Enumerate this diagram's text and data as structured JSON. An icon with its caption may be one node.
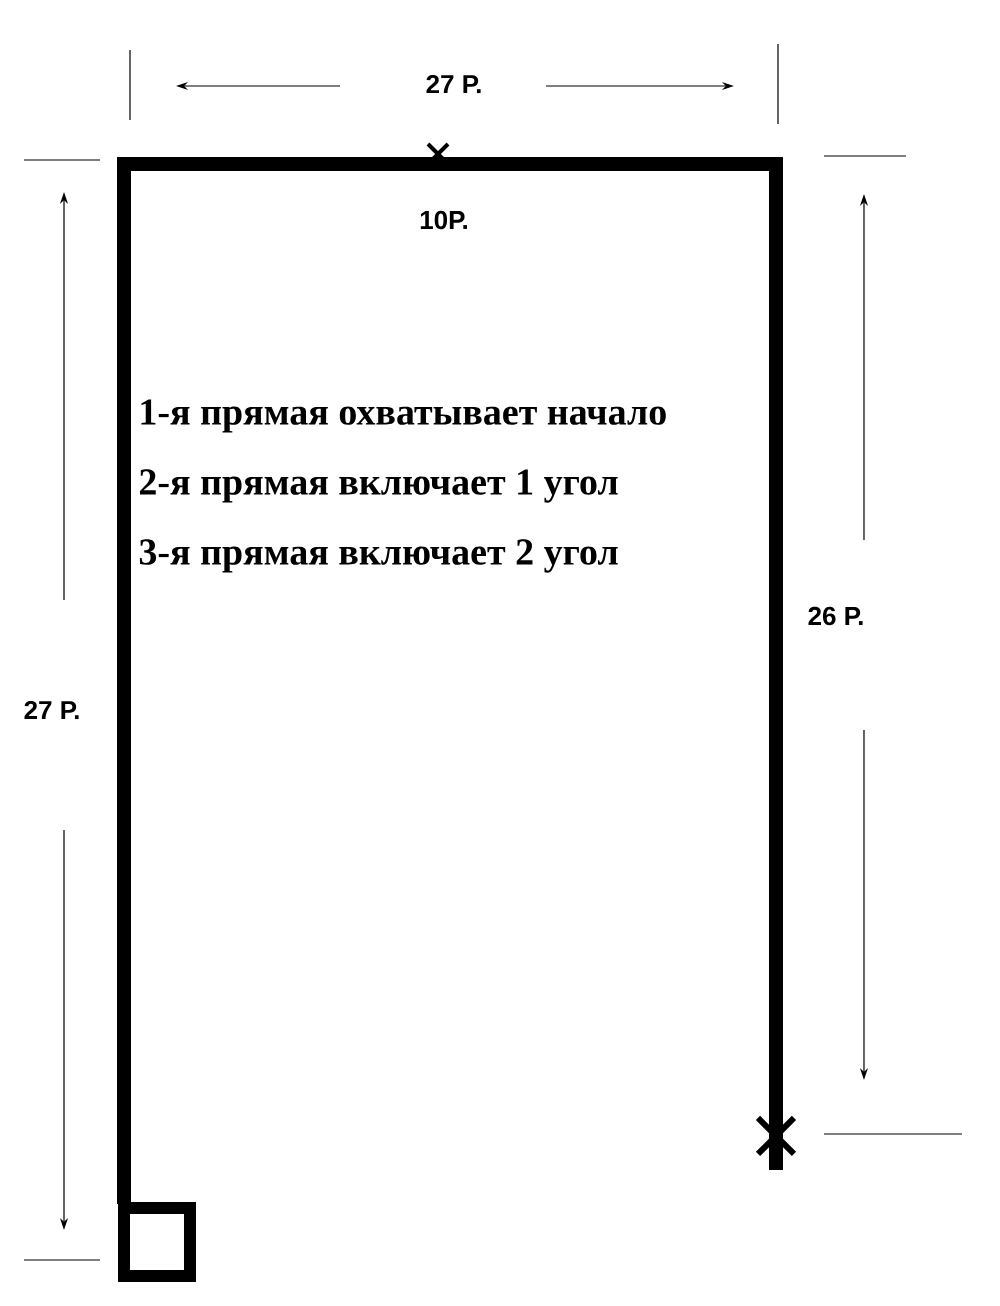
{
  "diagram": {
    "labels": [
      "27 Р.",
      "10Р.",
      "1-я прямая охватывает начало",
      "2-я прямая включает 1 угол",
      "3-я прямая включает 2 угол",
      "26 Р.",
      "27 Р."
    ]
  }
}
